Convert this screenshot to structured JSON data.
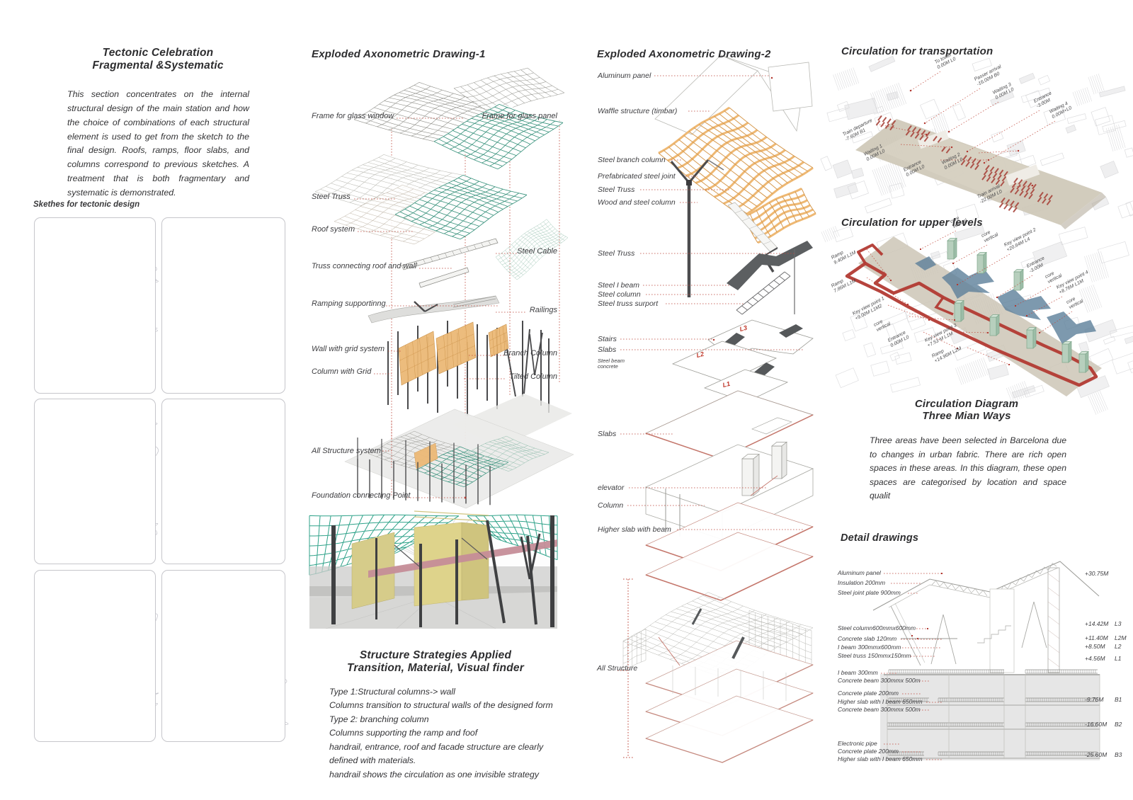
{
  "colors": {
    "teal": "#35907a",
    "teal_light": "#a3c8b8",
    "orange": "#ecb26e",
    "red_line": "#bf4a3e",
    "red_ribbon": "#b23a33",
    "dark": "#4c4c4e",
    "tan_band": "#cdc6b6",
    "blue_shape": "#5d809a",
    "green_core": "#b7cfbd",
    "yellow_wall": "#ded38b",
    "pink_ramp": "#c58d98"
  },
  "left": {
    "title1": "Tectonic Celebration",
    "title2": "Fragmental &Systematic",
    "paragraph": "This section concentrates on the internal structural design of the main station and how the choice of combinations of each structural element is used to get from the sketch to the final design. Roofs, ramps, floor slabs, and columns correspond to previous sketches. A treatment that is both fragmentary and systematic is demonstrated.",
    "sketches_label": "Skethes for tectonic design"
  },
  "axon1": {
    "title": "Exploded Axonometric Drawing-1",
    "labels_left": [
      "Frame for glass window",
      "Steel Truss",
      "Roof system",
      "Truss connecting roof and wall",
      "Ramping supportinng",
      "Wall with grid system",
      "Column with Grid",
      "All Structure system",
      "Foundation connecting Point"
    ],
    "labels_right": [
      "Frame for glass panel",
      "Steel Cable",
      "Railings",
      "Branch Column",
      "Tilted Column"
    ]
  },
  "strategies": {
    "title1": "Structure Strategies Applied",
    "title2": "Transition, Material, Visual finder",
    "lines": [
      "Type 1:Structural columns-> wall",
      "Columns transition to structural walls of the designed form",
      "Type 2: branching column",
      "Columns supporting the ramp and foof",
      "handrail, entrance, roof and facade structure are clearly",
      "defined with materials.",
      "handrail shows the circulation as one invisible strategy"
    ]
  },
  "axon2": {
    "title": "Exploded Axonometric Drawing-2",
    "labels": [
      "Aluminum panel",
      "Waffle structure (timbar)",
      "Steel branch column",
      "Prefabricated steel joint",
      "Steel Truss",
      "Wood and steel column",
      "Steel Truss",
      "Steel I beam",
      "Steel column",
      "Steel truss surport",
      "Stairs",
      "Slabs",
      "Steel beam\nconcrete",
      "Slabs",
      "elevator",
      "Column",
      "Higher slab with beam",
      "All Structure"
    ],
    "level_tags": [
      "L3",
      "L2",
      "L1"
    ]
  },
  "circulation": {
    "transport_title": "Circulation for transportation",
    "transport_labels": [
      "To tower\n0.00M L0",
      "Passer arrival\n-16.00M B0",
      "Waiting 3\n0.00M L0",
      "Entrance\n-3.00M",
      "Waiting 4\n0.00M+L0",
      "Train departure\n-7.60M B1",
      "Waiting 1\n0.00M L0",
      "Entrance\n0.00M L0",
      "Waiting 2\n0.00M L0",
      "Train arrival\n-22.00M L0"
    ],
    "upper_title": "Circulation for upper levels",
    "upper_labels": [
      "core\nvertical",
      "core\nvertical",
      "Key view point 2\n+20.84M L4",
      "Entrance\n-3.00M",
      "core\nvertical",
      "Key view point 4\n+8.76M L1M",
      "core\nvertical",
      "Ramp\n9.40M L1M",
      "Ramp\n7.86M L1M",
      "Key view point 1\n+9.00M L1M2",
      "core\nvertical",
      "Entrance\n0.00M L0",
      "Key view point 3\n+7.53 M L1M",
      "Ramp\n+14.96M L2M"
    ],
    "diagram_title1": "Circulation Diagram",
    "diagram_title2": "Three Mian Ways",
    "paragraph": "Three areas have been selected in Barcelona due to changes in urban fabric. There are rich open spaces in these areas. In this diagram, these open spaces are categorised by location and space qualit"
  },
  "details": {
    "title": "Detail drawings",
    "labels": [
      "Aluminum panel",
      "Insulation 200mm",
      "Steel joint plate 900mm",
      "Steel column600mmx600mm",
      "Concrete slab  120mm",
      "I beam  300mmx600mm",
      "Steel truss  150mmx150mm",
      "I beam  300mm",
      "Concrete beam 300mmx 500m",
      "Concrete plate 200mm",
      "Higher slab with I beam  650mm",
      "Concrete beam 300mmx 500m",
      "Electronic pipe",
      "Concrete plate 200mm",
      "Higher slab with I beam  650mm"
    ],
    "levels": [
      {
        "value": "+30.75M",
        "tag": ""
      },
      {
        "value": "+14.42M",
        "tag": "L3"
      },
      {
        "value": "+11.40M",
        "tag": "L2M"
      },
      {
        "value": "+8.50M",
        "tag": "L2"
      },
      {
        "value": "+4.56M",
        "tag": "L1"
      },
      {
        "value": "-9.76M",
        "tag": "B1"
      },
      {
        "value": "-16.60M",
        "tag": "B2"
      },
      {
        "value": "-25.60M",
        "tag": "B3"
      }
    ]
  }
}
